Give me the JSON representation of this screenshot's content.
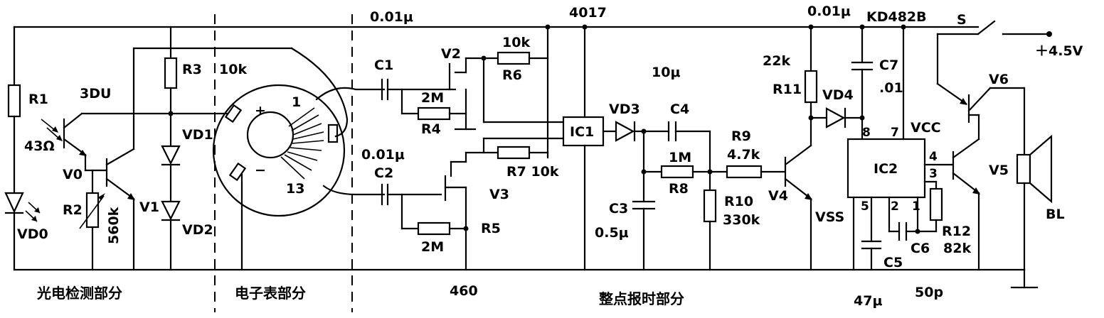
{
  "labels": {
    "c_top_left": "0.01μ",
    "ic_4017": "4017",
    "c_top_right": "0.01μ",
    "kd482b": "KD482B",
    "s": "S",
    "supply": "＋4.5V",
    "r1": "R1",
    "r1_val": "43Ω",
    "vd0": "VD0",
    "q_3du": "3DU",
    "v0": "V0",
    "r2": "R2",
    "r2_val": "560k",
    "v1": "V1",
    "r3": "R3",
    "r3_val": "10k",
    "vd1": "VD1",
    "vd2": "VD2",
    "dial_plus": "+",
    "dial_minus": "−",
    "dial_1": "1",
    "dial_13": "13",
    "c1": "C1",
    "v2": "V2",
    "r6_val": "10k",
    "r6": "R6",
    "r4_val": "2M",
    "r4": "R4",
    "c_mid": "0.01μ",
    "c2": "C2",
    "r7": "R7 10k",
    "v3": "V3",
    "r5": "R5",
    "r5_val": "2M",
    "ic1": "IC1",
    "vd3": "VD3",
    "c4": "C4",
    "c4_val": "10μ",
    "r8_val": "1M",
    "r8": "R8",
    "c3": "C3",
    "c3_val": "0.5μ",
    "r9": "R9",
    "r9_val": "4.7k",
    "r10": "R10",
    "r10_val": "330k",
    "v4": "V4",
    "r11_val": "22k",
    "r11": "R11",
    "vd4": "VD4",
    "c7": "C7",
    "c7_val": ".01",
    "pin8": "8",
    "pin7": "7",
    "vcc": "VCC",
    "ic2": "IC2",
    "pin4": "4",
    "pin3": "3",
    "pin5": "5",
    "pin2": "2",
    "pin1": "1",
    "vss": "VSS",
    "c5": "C5",
    "c6": "C6",
    "r12": "R12",
    "r12_val": "82k",
    "v6": "V6",
    "v5": "V5",
    "bl": "BL",
    "val_460": "460",
    "val_47u": "47μ",
    "val_50p": "50p"
  },
  "sections": {
    "photo": "光电检测部分",
    "watch": "电子表部分",
    "chime": "整点报时部分"
  }
}
